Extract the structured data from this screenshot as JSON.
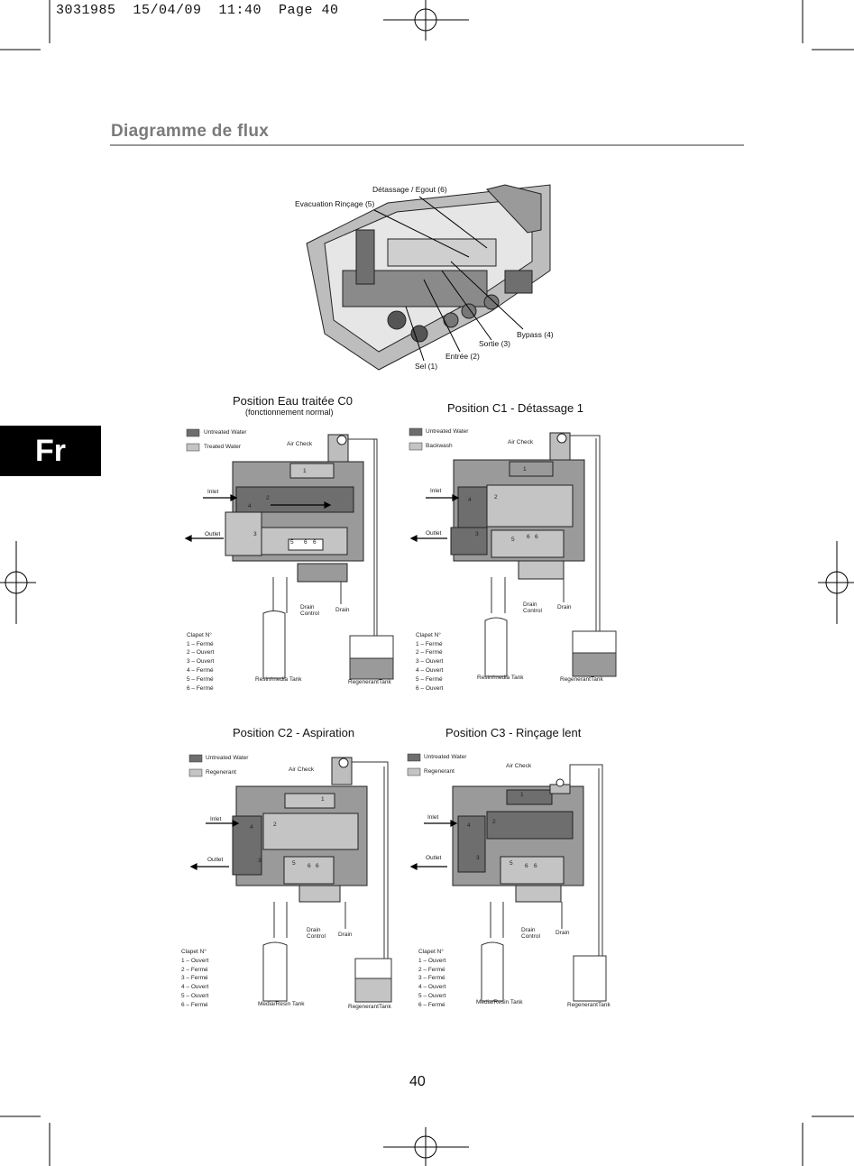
{
  "print_header": "3031985  15/04/09  11:40  Page 40",
  "section_title": "Diagramme de flux",
  "language_tab": "Fr",
  "page_number": "40",
  "valve_overview": {
    "labels": {
      "detassage": "Détassage / Egout (6)",
      "evacuation": "Evacuation Rinçage (5)",
      "bypass": "Bypass (4)",
      "sortie": "Sortie (3)",
      "entree": "Entrée (2)",
      "sel": "Sel (1)"
    }
  },
  "diagrams": [
    {
      "id": "c0",
      "title": "Position Eau traitée C0",
      "subtitle": "(fonctionnement normal)",
      "legend": [
        "Untreated Water",
        "Treated Water"
      ],
      "labels": {
        "air_check": "Air Check",
        "inlet": "Inlet",
        "outlet": "Outlet",
        "drain_control": "Drain Control",
        "drain": "Drain",
        "tank": "Resin/media Tank",
        "regenerant": "RegenerantTank"
      },
      "clapet_title": "Clapet N°",
      "clapets": [
        "1 – Fermé",
        "2 – Ouvert",
        "3 – Ouvert",
        "4 – Fermé",
        "5 – Fermé",
        "6 – Fermé"
      ]
    },
    {
      "id": "c1",
      "title": "Position C1 - Détassage 1",
      "subtitle": "",
      "legend": [
        "Untreated Water",
        "Backwash"
      ],
      "labels": {
        "air_check": "Air Check",
        "inlet": "Inlet",
        "outlet": "Outlet",
        "drain_control": "Drain Control",
        "drain": "Drain",
        "tank": "Resin/media Tank",
        "regenerant": "RegenerantTank"
      },
      "clapet_title": "Clapet N°",
      "clapets": [
        "1 – Fermé",
        "2 – Fermé",
        "3 – Ouvert",
        "4 – Ouvert",
        "5 – Fermé",
        "6 – Ouvert"
      ]
    },
    {
      "id": "c2",
      "title": "Position C2 - Aspiration",
      "subtitle": "",
      "legend": [
        "Untreated Water",
        "Regenerant"
      ],
      "labels": {
        "air_check": "Air Check",
        "inlet": "Inlet",
        "outlet": "Outlet",
        "drain_control": "Drain Control",
        "drain": "Drain",
        "tank": "Media/Resin Tank",
        "regenerant": "RegenerantTank"
      },
      "clapet_title": "Clapet N°",
      "clapets": [
        "1 – Ouvert",
        "2 – Fermé",
        "3 – Fermé",
        "4 – Ouvert",
        "5 – Ouvert",
        "6 – Fermé"
      ]
    },
    {
      "id": "c3",
      "title": "Position C3 - Rinçage lent",
      "subtitle": "",
      "legend": [
        "Untreated Water",
        "Regenerant"
      ],
      "labels": {
        "air_check": "Air Check",
        "inlet": "Inlet",
        "outlet": "Outlet",
        "drain_control": "Drain Control",
        "drain": "Drain",
        "tank": "Media/Resin Tank",
        "regenerant": "RegenerantTank"
      },
      "clapet_title": "Clapet N°",
      "clapets": [
        "1 – Ouvert",
        "2 – Fermé",
        "3 – Fermé",
        "4 – Ouvert",
        "5 – Ouvert",
        "6 – Fermé"
      ]
    }
  ],
  "valve_numbers": [
    "1",
    "2",
    "3",
    "4",
    "5",
    "6",
    "6"
  ],
  "colors": {
    "untreated": "#6e6e6e",
    "treated": "#c4c4c4",
    "body": "#9a9a9a",
    "title_gray": "#7a7a7a"
  }
}
